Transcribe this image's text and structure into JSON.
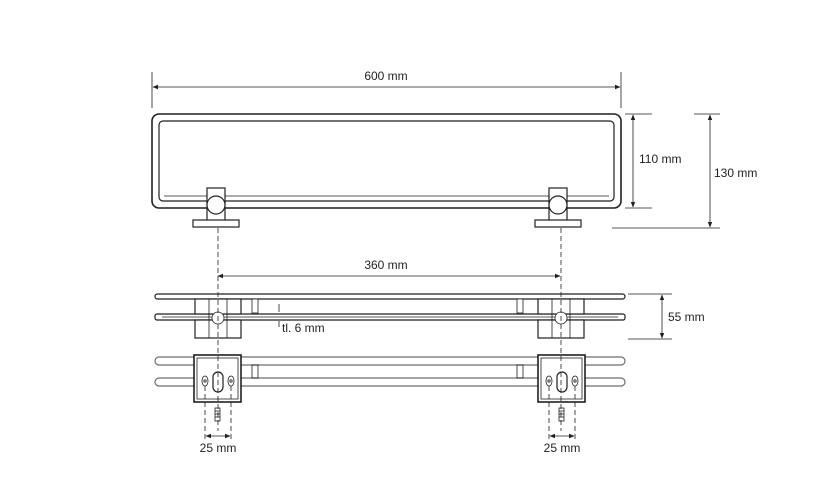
{
  "dimensions": {
    "overall_width": "600 mm",
    "inner_height": "110 mm",
    "overall_height": "130 mm",
    "bracket_spacing": "360 mm",
    "glass_thickness": "tl. 6 mm",
    "depth": "55 mm",
    "mount_left": "25 mm",
    "mount_right": "25 mm"
  }
}
